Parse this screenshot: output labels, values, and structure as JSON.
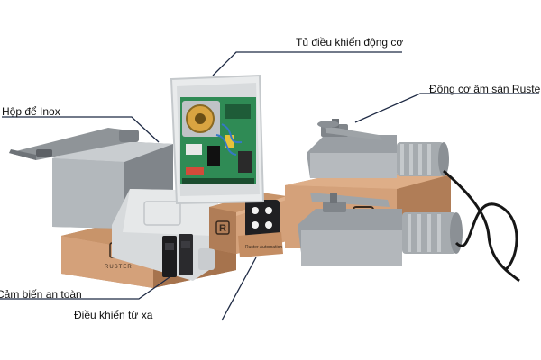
{
  "labels": {
    "control_cabinet": "Tủ điều khiển động cơ",
    "underground_motor": "Động cơ âm sàn Ruster",
    "stainless_box": "Hộp để Inox",
    "safety_sensor": "Cảm biến an toàn",
    "remote": "Điều khiển từ xa"
  },
  "brand": {
    "logo_letter": "R",
    "box_print": "RUSTER",
    "box_sub_print": "Ruster Automation"
  },
  "colors": {
    "line": "#1e2a44",
    "box_cardboard": "#c8946a",
    "box_dark": "#a6734d",
    "metal": "#9a9fa4",
    "metal_dark": "#6e7378",
    "pcb": "#2f8b55",
    "cabinet": "#e9ebec"
  }
}
